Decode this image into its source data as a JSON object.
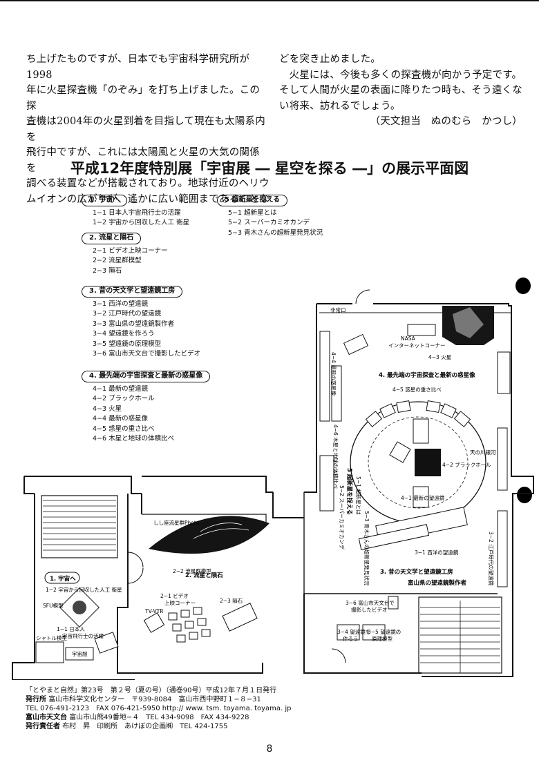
{
  "article": {
    "left_lines": [
      "ち上げたものですが、日本でも宇宙科学研究所が1998",
      "年に火星探査機「のぞみ」を打ち上げました。この探",
      "査機は2004年の火星到着を目指して現在も太陽系内を",
      "飛行中ですが、これには太陽風と火星の大気の関係を",
      "調べる装置などが搭載されており。地球付近のヘリウ",
      "ムイオンの広がりが、遙かに広い範囲まであることな"
    ],
    "right_lines": [
      "どを突き止めました。",
      "火星には、今後も多くの探査機が向かう予定です。",
      "そして人間が火星の表面に降りたつ時も、そう遠くな",
      "い将来、訪れるでしょう。"
    ],
    "signature": "（天文担当　ぬのむら　かつし）"
  },
  "title": "平成12年度特別展「宇宙展 ― 星空を探る ―」の展示平面図",
  "legend_left": [
    {
      "header": "1. 宇宙へ",
      "items": [
        "1−1 日本人宇宙飛行士の活躍",
        "1−2 宇宙から回収した人工 衛星"
      ]
    },
    {
      "header": "2. 流星と隕石",
      "items": [
        "2−1 ビデオ上映コーナー",
        "2−2 流星群模型",
        "2−3 隕石"
      ]
    },
    {
      "header": "3. 昔の天文学と望遠鏡工房",
      "items": [
        "3−1 西洋の望遠鏡",
        "3−2 江戸時代の望遠鏡",
        "3−3 富山県の望遠鏡製作者",
        "3−4 望遠鏡を作ろう",
        "3−5 望遠鏡の原理模型",
        "3−6 富山市天文台で撮影したビデオ"
      ]
    },
    {
      "header": "4. 最先端の宇宙探査と最新の惑星像",
      "items": [
        "4−1 最新の望遠鏡",
        "4−2 ブラックホール",
        "4−3 火星",
        "4−4 最新の惑星像",
        "4−5 惑星の重さ比べ",
        "4−6 木星と地球の体積比べ"
      ]
    }
  ],
  "legend_right": [
    {
      "header": "5 超新星を捉える",
      "items": [
        "5−1 超新星とは",
        "5−2 スーパーカミオカンデ",
        "5−3 青木さんの超新星発見状況"
      ]
    }
  ],
  "plan": {
    "exit": "非常口",
    "nasa": "NASA",
    "internet": "インターネットコーナー",
    "mars": "4−3 火星",
    "sec4": "4. 最先端の宇宙探査と最新の惑星像",
    "weights": "4−5 惑星の重さ比べ",
    "planets": "4−4 最新の惑星像",
    "jupiter": "4−6 木星と地球の体積比べ",
    "blackhole": "4−2 ブラックホール",
    "newtel": "4−1 最新の望遠鏡",
    "amanogawa": "天の川銀河",
    "sec5": "5 超新星を捉える",
    "sn51": "5−1 超新星とは",
    "sn52": "5−2 スーパーカミオカンデ",
    "sn53": "5−3 青木さんの超新星発見状況",
    "west": "3−1 西洋の望遠鏡",
    "edo": "3−2 江戸時代の望遠鏡",
    "sec3": "3. 昔の天文学と望遠鏡工房",
    "toyama": "富山県の望遠鏡製作者",
    "video36a": "3−6 富山市天文台で",
    "video36b": "撮影したビデオ",
    "make34a": "3−4 望遠鏡を",
    "make34b": "作ろう",
    "model35a": "3−5 望遠鏡の",
    "model35b": "原理模型",
    "meteor22": "2−2 流星群模型",
    "sec2": "2. 流星と隕石",
    "video21a": "2−1 ビデオ",
    "video21b": "上映コーナー",
    "meteorite": "2−3 隕石",
    "tvvtr": "TV-VTR",
    "sec1": "1. 宇宙へ",
    "sat12": "1−2 宇宙から回収した人工 衛星",
    "astro11a": "1−1 日本人",
    "astro11b": "宇宙飛行士の活躍",
    "shuttle": "シャトル模型",
    "spu": "SFU模型",
    "spacesuit": "宇宙服",
    "photo": "しし座流星群Photo"
  },
  "footer": {
    "line1": "「とやまと自然」第23号　第２号（夏の号）（通巻90号）平成12年７月１日発行",
    "line2_label": "発行所",
    "line2": "富山市科学文化センター　〒939-8084　富山市西中野町１−８−31",
    "line3": "TEL 076-491-2123　FAX 076-421-5950 http:// www. tsm. toyama. toyama. jp",
    "line4_label": "富山市天文台",
    "line4": "富山市山熊49番地−４　TEL 434-9098　FAX 434-9228",
    "line5_label": "発行責任者",
    "line5": "布村　昇　印刷所　あけぼの企画㈱　TEL 424-1755"
  },
  "page_number": "8"
}
